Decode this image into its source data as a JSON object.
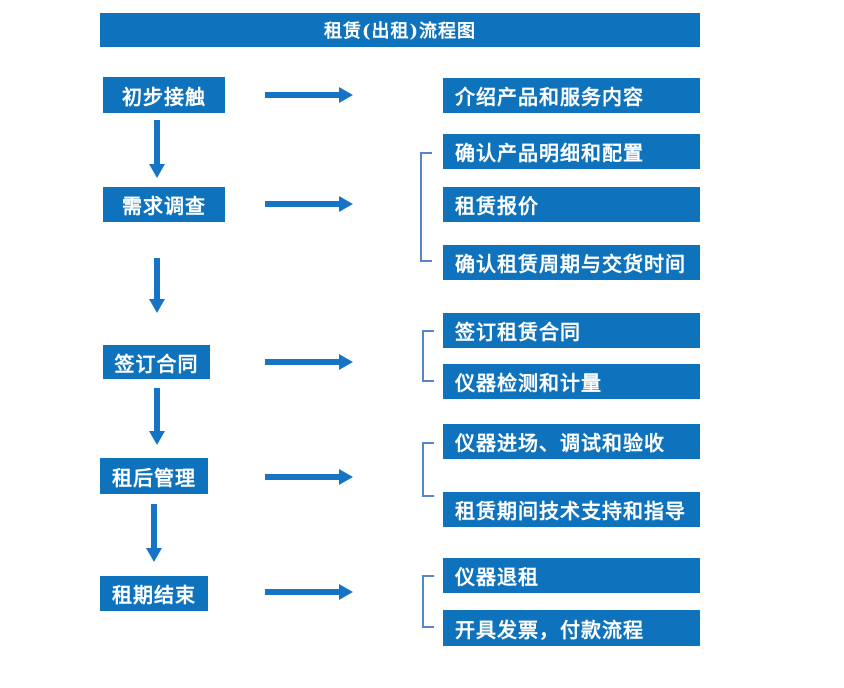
{
  "title": "租赁(出租)流程图",
  "colors": {
    "box_blue": "#0e72bc",
    "arrow_blue": "#1574c6",
    "bracket_blue": "#5585cb"
  },
  "left_steps": [
    {
      "label": "初步接触"
    },
    {
      "label": "需求调查"
    },
    {
      "label": "签订合同"
    },
    {
      "label": "租后管理"
    },
    {
      "label": "租期结束"
    }
  ],
  "right_items": [
    {
      "label": "介绍产品和服务内容",
      "step": "初步接触"
    },
    {
      "label": "确认产品明细和配置",
      "step": "需求调查"
    },
    {
      "label": "租赁报价",
      "step": "需求调查"
    },
    {
      "label": "确认租赁周期与交货时间",
      "step": "需求调查"
    },
    {
      "label": "签订租赁合同",
      "step": "签订合同"
    },
    {
      "label": "仪器检测和计量",
      "step": "签订合同"
    },
    {
      "label": "仪器进场、调试和验收",
      "step": "租后管理"
    },
    {
      "label": "租赁期间技术支持和指导",
      "step": "租后管理"
    },
    {
      "label": "仪器退租",
      "step": "租期结束"
    },
    {
      "label": "开具发票，付款流程",
      "step": "租期结束"
    }
  ]
}
